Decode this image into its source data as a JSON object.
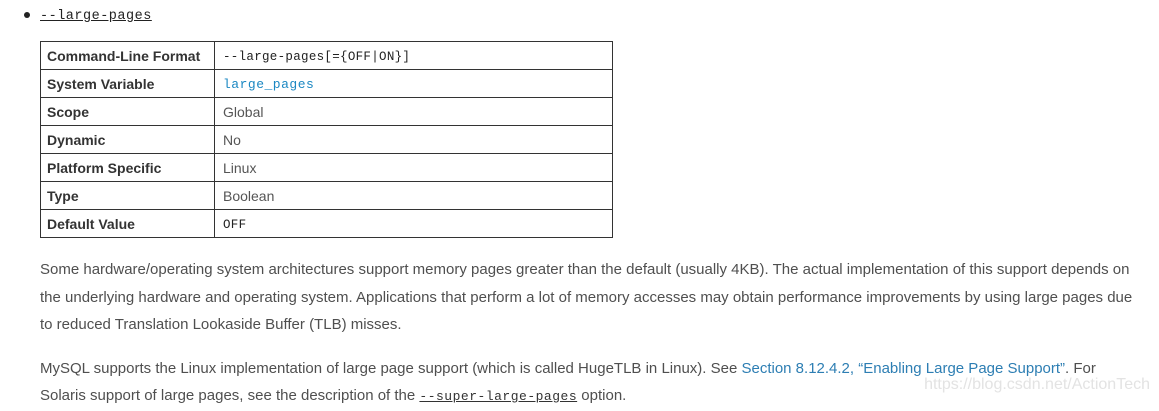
{
  "option": {
    "name": "--large-pages"
  },
  "table": {
    "rows": [
      {
        "label": "Command-Line Format",
        "value": "--large-pages[={OFF|ON}]",
        "style": "code"
      },
      {
        "label": "System Variable",
        "value": "large_pages",
        "style": "code-link"
      },
      {
        "label": "Scope",
        "value": "Global",
        "style": "text"
      },
      {
        "label": "Dynamic",
        "value": "No",
        "style": "text"
      },
      {
        "label": "Platform Specific",
        "value": "Linux",
        "style": "text"
      },
      {
        "label": "Type",
        "value": "Boolean",
        "style": "text"
      },
      {
        "label": "Default Value",
        "value": "OFF",
        "style": "code"
      }
    ]
  },
  "paragraphs": {
    "p1": "Some hardware/operating system architectures support memory pages greater than the default (usually 4KB). The actual implementation of this support depends on the underlying hardware and operating system. Applications that perform a lot of memory accesses may obtain performance improvements by using large pages due to reduced Translation Lookaside Buffer (TLB) misses.",
    "p2": {
      "seg1": "MySQL supports the Linux implementation of large page support (which is called HugeTLB in Linux). See ",
      "link1": "Section 8.12.4.2, “Enabling Large Page Support”",
      "seg2": ". For Solaris support of large pages, see the description of the ",
      "code1": "--super-large-pages",
      "seg3": " option."
    }
  },
  "watermark": "https://blog.csdn.net/ActionTech",
  "colors": {
    "link_blue": "#2d7eb3",
    "code_link_blue": "#1a87c2",
    "body_text": "#4f4f4f",
    "heading_text": "#333333",
    "border": "#333333",
    "watermark": "#e3e3e3"
  }
}
